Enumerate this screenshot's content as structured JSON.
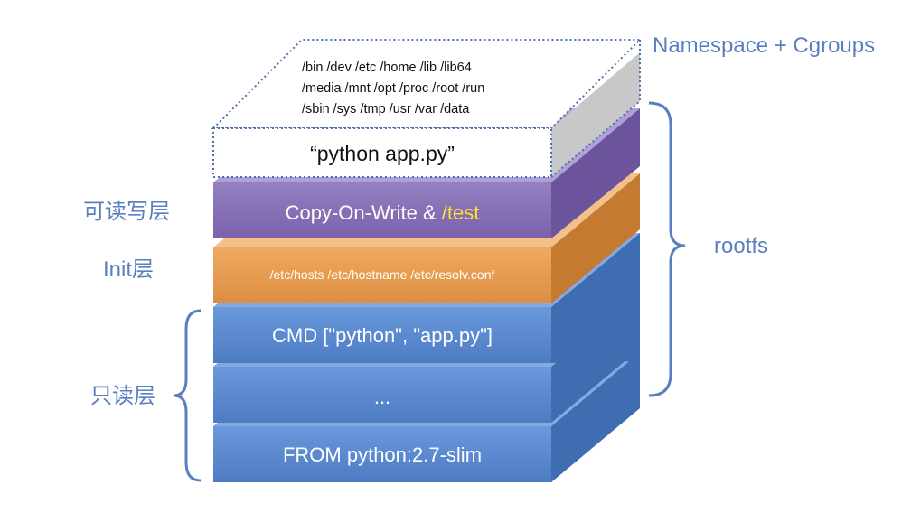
{
  "labels": {
    "namespace": "Namespace + Cgroups",
    "rootfs": "rootfs",
    "rw_layer": "可读写层",
    "init_layer": "Init层",
    "ro_layer": "只读层"
  },
  "container": {
    "dirs": [
      "/bin /dev /etc /home /lib /lib64",
      "/media /mnt /opt /proc /root /run",
      "/sbin /sys /tmp /usr /var /data"
    ],
    "command": "“python app.py”"
  },
  "layers": {
    "cow_text": "Copy-On-Write & ",
    "cow_highlight": "/test",
    "init": "/etc/hosts /etc/hostname /etc/resolv.conf",
    "cmd": "CMD [\"python\", \"app.py\"]",
    "ellipsis": "...",
    "from": "FROM python:2.7-slim"
  },
  "colors": {
    "purple": "#8a72b8",
    "orange": "#e59d52",
    "blue": "#5b8ad0",
    "label": "#5a7fc0",
    "highlight": "#ffe033"
  }
}
